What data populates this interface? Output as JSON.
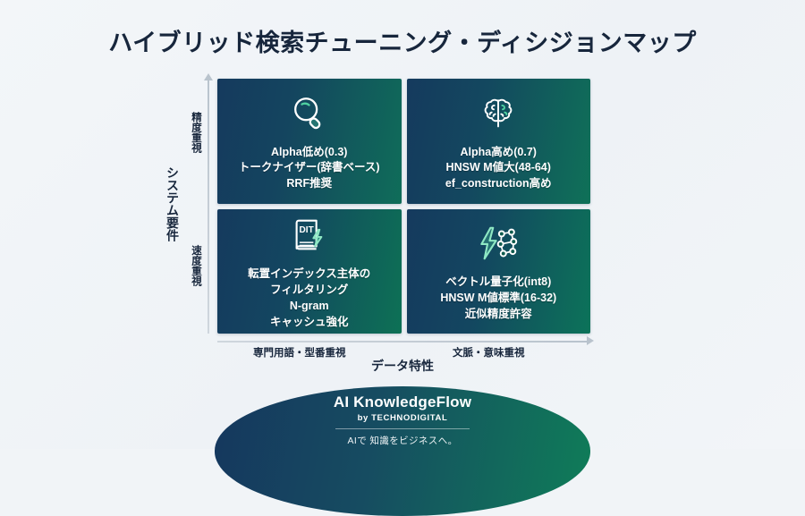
{
  "title": "ハイブリッド検索チューニング・ディシジョンマップ",
  "axes": {
    "y": {
      "label": "システム要件",
      "top": "精度重視",
      "bottom": "速度重視"
    },
    "x": {
      "label": "データ特性",
      "left": "専門用語・型番重視",
      "right": "文脈・意味重視"
    }
  },
  "quadrants": [
    {
      "position": "top-left",
      "icon": "magnifier-icon",
      "lines": [
        "Alpha低め(0.3)",
        "トークナイザー(辞書ベース)",
        "RRF推奨"
      ]
    },
    {
      "position": "top-right",
      "icon": "brain-icon",
      "lines": [
        "Alpha高め(0.7)",
        "HNSW M値大(48-64)",
        "ef_construction高め"
      ]
    },
    {
      "position": "bottom-left",
      "icon": "inverted-index-book-icon",
      "icon_text": "DIT",
      "lines": [
        "転置インデックス主体の",
        "フィルタリング",
        "N-gram",
        "キャッシュ強化"
      ]
    },
    {
      "position": "bottom-right",
      "icon": "vector-network-bolt-icon",
      "lines": [
        "ベクトル量子化(int8)",
        "HNSW M値標準(16-32)",
        "近似精度許容"
      ]
    }
  ],
  "footer": {
    "brand": "AI KnowledgeFlow",
    "by": "by TECHNODIGITAL",
    "tagline": "AIで 知識をビジネスへ。"
  },
  "colors": {
    "background": "#f1f4f7",
    "navy": "#153a5e",
    "green": "#0f7158",
    "title_text": "#17263c",
    "accent_green": "#4fd1a0"
  }
}
